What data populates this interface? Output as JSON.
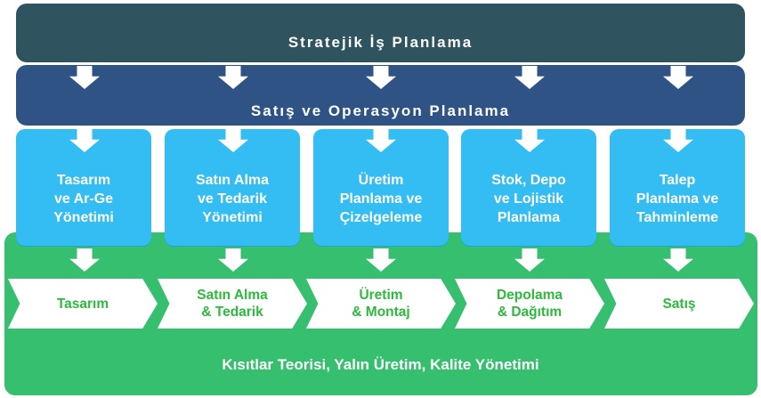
{
  "levels": {
    "strategic": "Stratejik İş Planlama",
    "sop": "Satış ve Operasyon Planlama"
  },
  "planning_boxes": [
    {
      "lines": [
        "Tasarım",
        "ve Ar-Ge",
        "Yönetimi"
      ]
    },
    {
      "lines": [
        "Satın Alma",
        "ve Tedarik",
        "Yönetimi"
      ]
    },
    {
      "lines": [
        "Üretim",
        "Planlama ve",
        "Çizelgeleme"
      ]
    },
    {
      "lines": [
        "Stok, Depo",
        "ve Lojistik",
        "Planlama"
      ]
    },
    {
      "lines": [
        "Talep",
        "Planlama ve",
        "Tahminleme"
      ]
    }
  ],
  "process_steps": [
    {
      "lines": [
        "Tasarım"
      ]
    },
    {
      "lines": [
        "Satın Alma",
        "& Tedarik"
      ]
    },
    {
      "lines": [
        "Üretim",
        "& Montaj"
      ]
    },
    {
      "lines": [
        "Depolama",
        "& Dağıtım"
      ]
    },
    {
      "lines": [
        "Satış"
      ]
    }
  ],
  "footer": "Kısıtlar Teorisi,  Yalın Üretim,  Kalite Yönetimi",
  "colors": {
    "strategic": "#2f545f",
    "sop": "#2f5384",
    "planning": "#33bdf2",
    "execution": "#35bf6f",
    "step_text": "#2eb83d"
  }
}
